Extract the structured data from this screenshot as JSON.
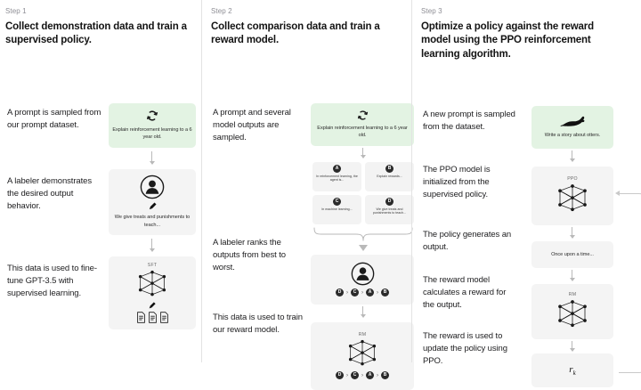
{
  "diagram": {
    "title": "RLHF three-step training diagram",
    "accent_green": "#e3f3e3",
    "box_gray": "#f3f3f3",
    "divider": "#e3e3e3"
  },
  "steps": [
    {
      "label": "Step 1",
      "title": "Collect demonstration data and train a supervised policy.",
      "captions": [
        "A prompt is sampled from our prompt dataset.",
        "A labeler demonstrates the desired output behavior.",
        "This data is used to fine-tune GPT-3.5 with supervised learning."
      ],
      "prompt_box": {
        "icon": "recycle-icon",
        "text": "Explain reinforcement learning to a 6 year old."
      },
      "labeler_box": {
        "icon": "person-icon",
        "text": "We give treats and punishments to teach..."
      },
      "model_box": {
        "tag": "SFT",
        "icon": "neural-network-icon"
      }
    },
    {
      "label": "Step 2",
      "title": "Collect comparison data and train a reward model.",
      "captions": [
        "A prompt and several model outputs are sampled.",
        "A labeler ranks the outputs from best to worst.",
        "This data is used to train our reward model."
      ],
      "prompt_box": {
        "icon": "recycle-icon",
        "text": "Explain reinforcement learning to a 6 year old."
      },
      "outputs": [
        {
          "badge": "A",
          "text": "In reinforcement learning, the agent is..."
        },
        {
          "badge": "B",
          "text": "Explain rewards..."
        },
        {
          "badge": "C",
          "text": "In machine learning..."
        },
        {
          "badge": "D",
          "text": "We give treats and punishments to teach..."
        }
      ],
      "ranking_box": {
        "icon": "person-icon",
        "ranking": [
          "D",
          "C",
          "A",
          "B"
        ],
        "separator": "›"
      },
      "reward_box": {
        "tag": "RM",
        "icon": "neural-network-icon",
        "ranking": [
          "D",
          "C",
          "A",
          "B"
        ],
        "separator": "›"
      }
    },
    {
      "label": "Step 3",
      "title": "Optimize a policy against the reward model using the PPO reinforcement learning algorithm.",
      "captions": [
        "A new prompt is sampled from the dataset.",
        "The PPO model is initialized from the supervised policy.",
        "The policy generates an output.",
        "The reward model calculates a reward for the output.",
        "The reward is used to update the policy using PPO."
      ],
      "prompt_box": {
        "icon": "otter-icon",
        "text": "Write a story about otters."
      },
      "ppo_box": {
        "tag": "PPO",
        "icon": "neural-network-icon"
      },
      "output_box": {
        "text": "Once upon a time..."
      },
      "rm_box": {
        "tag": "RM",
        "icon": "neural-network-icon"
      },
      "reward_value": {
        "symbol": "r",
        "subscript": "k"
      }
    }
  ]
}
